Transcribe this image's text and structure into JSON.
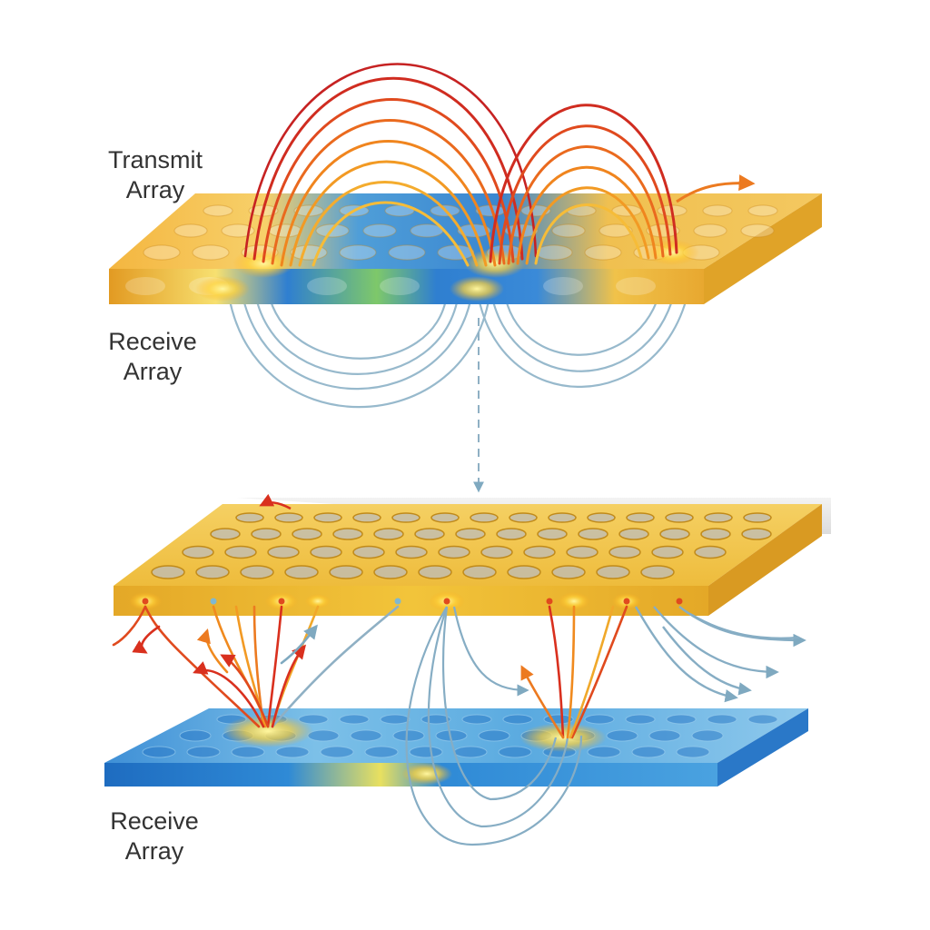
{
  "labels": {
    "transmit_top": {
      "line1": "Transmit",
      "line2": "Array"
    },
    "receive_top": {
      "line1": "Receive",
      "line2": "Array"
    },
    "receive_bottom": {
      "line1": "Receive",
      "line2": "Array"
    }
  },
  "colors": {
    "gold_plate": "#f0b52a",
    "gold_edge": "#d9921a",
    "blue_plate": "#2a7fd0",
    "blue_edge": "#1a5fae",
    "field_hot": "#d9301e",
    "field_warm": "#f08a1e",
    "field_cool": "#7fa9c0",
    "hotspot": "#fff27a"
  }
}
